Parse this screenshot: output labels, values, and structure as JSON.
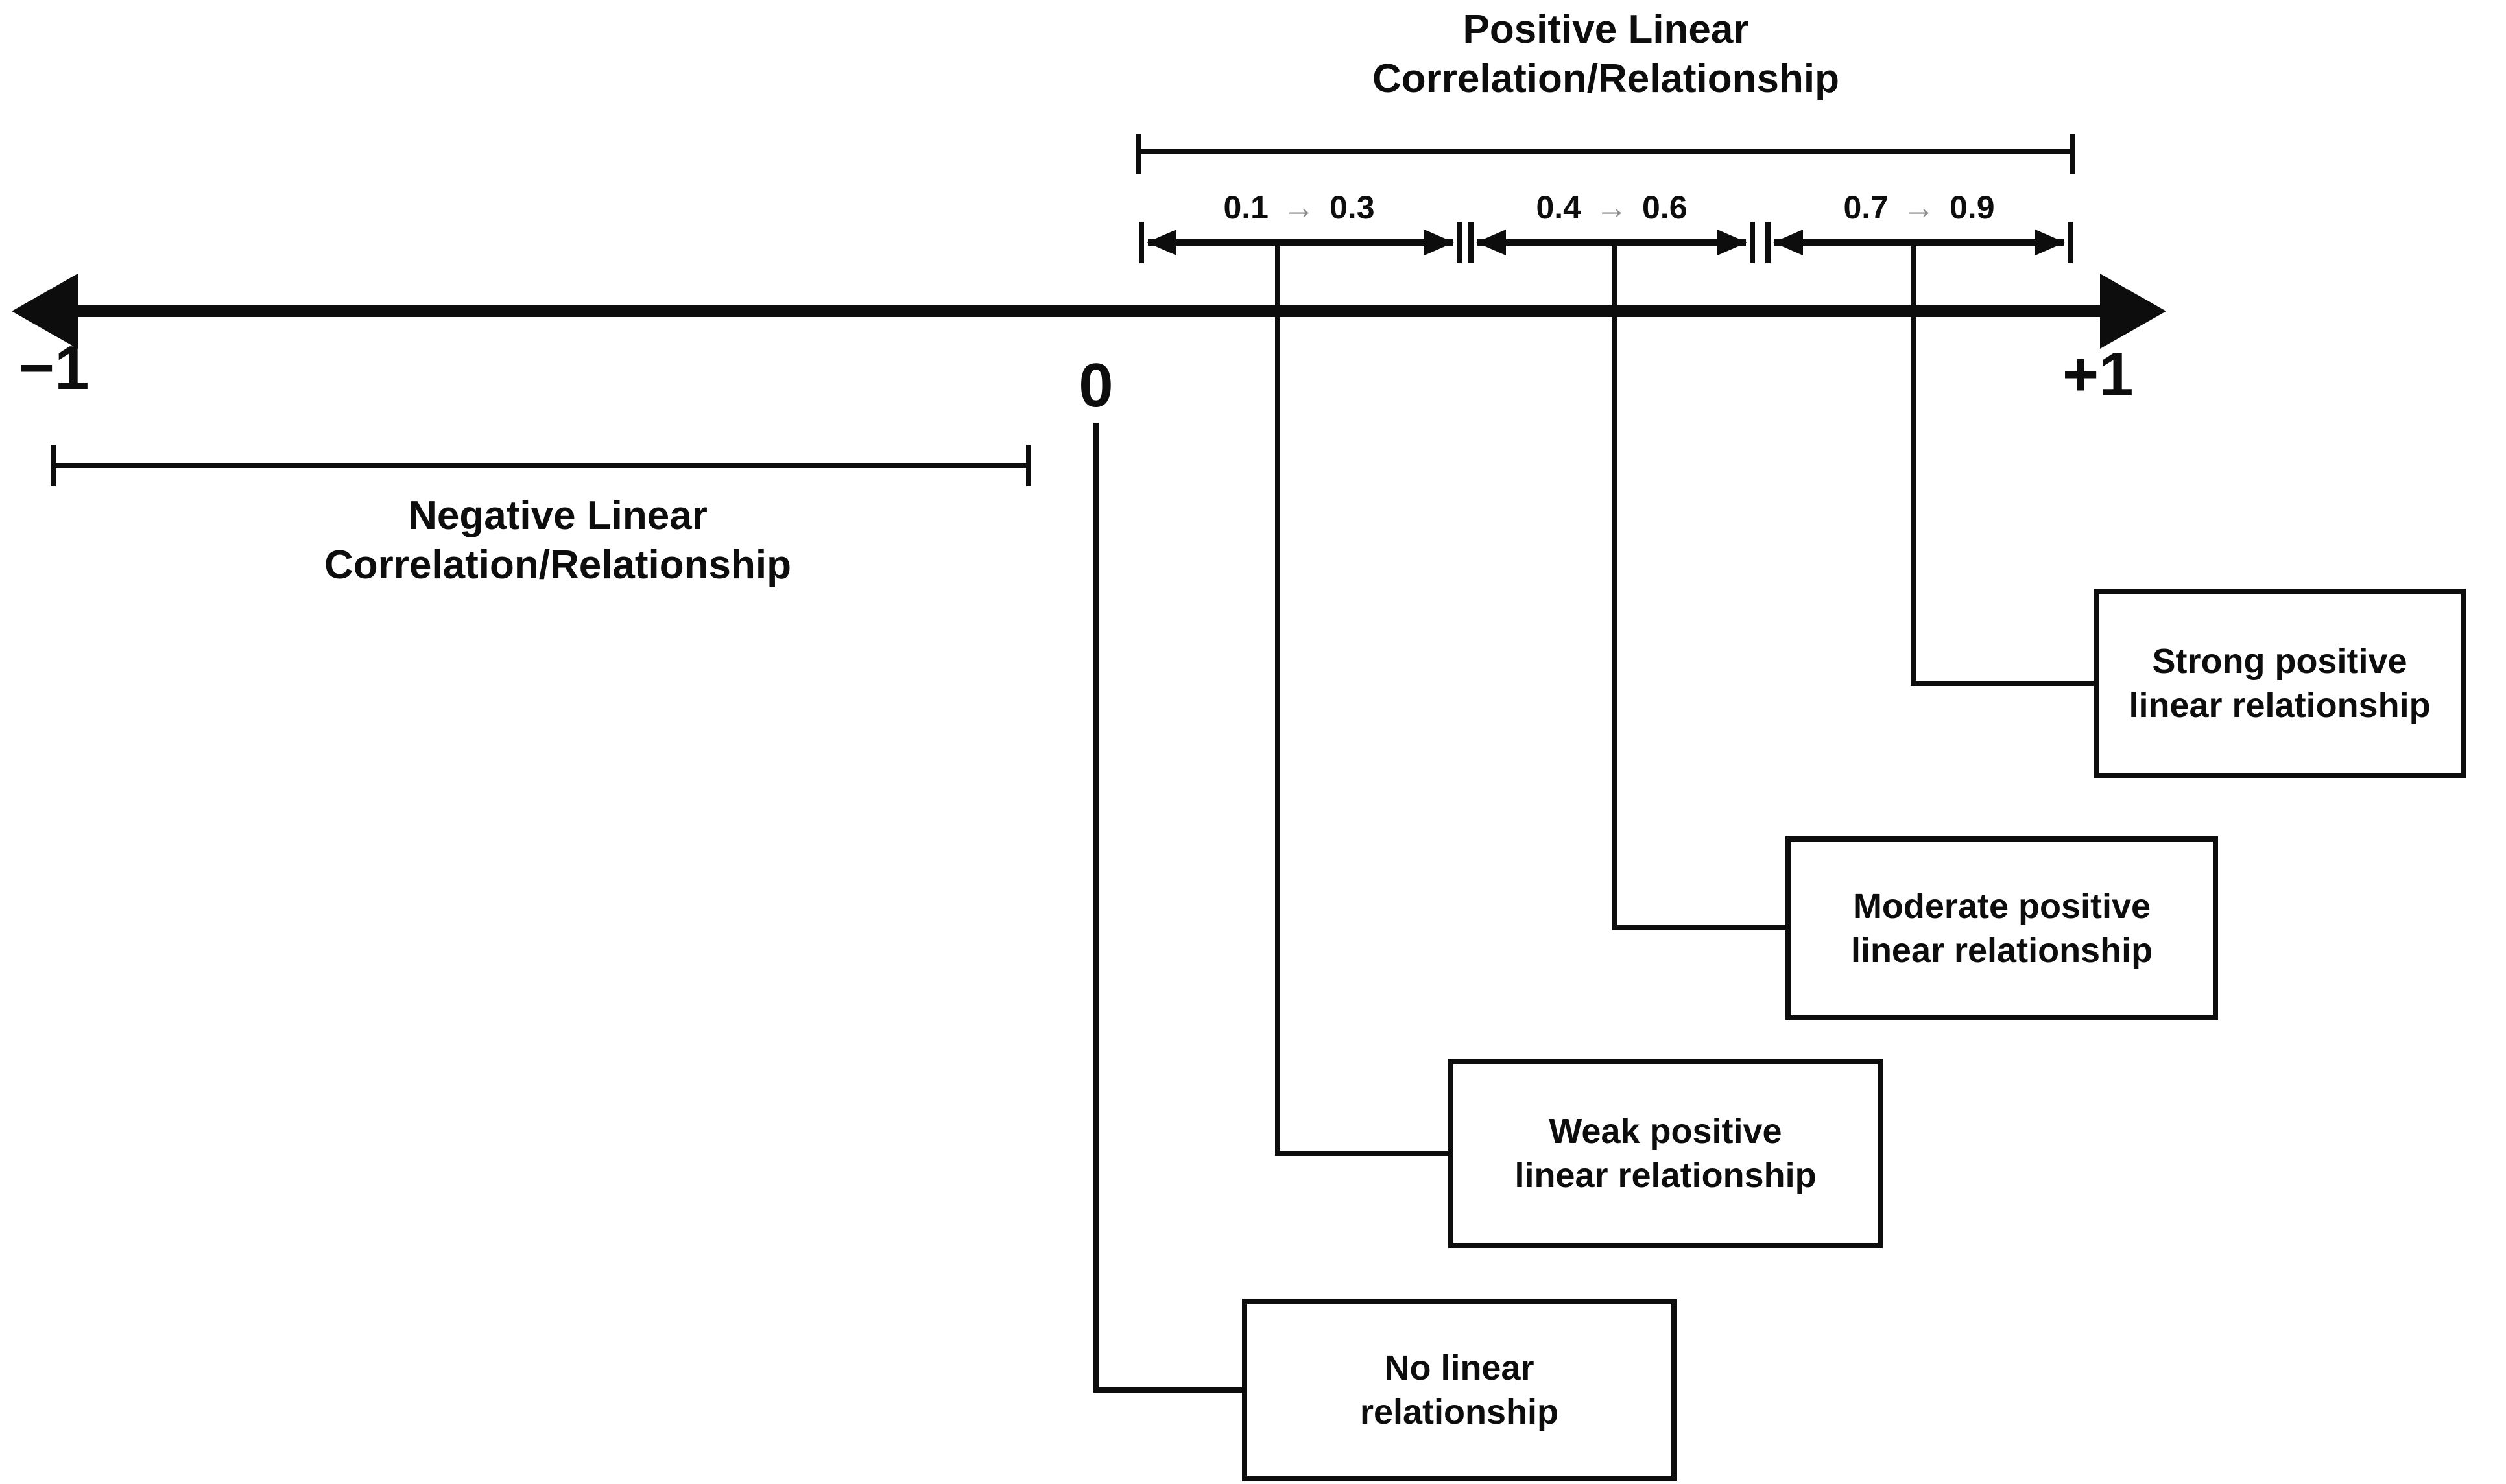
{
  "diagram": {
    "axis": {
      "min_label": "−1",
      "zero_label": "0",
      "max_label": "+1"
    },
    "positive_section": {
      "title_line1": "Positive Linear",
      "title_line2": "Correlation/Relationship",
      "arrow_glyph": "→",
      "ranges": [
        {
          "from": "0.1",
          "to": "0.3",
          "meaning": "Weak positive linear relationship"
        },
        {
          "from": "0.4",
          "to": "0.6",
          "meaning": "Moderate positive linear relationship"
        },
        {
          "from": "0.7",
          "to": "0.9",
          "meaning": "Strong positive linear relationship"
        }
      ]
    },
    "negative_section": {
      "title_line1": "Negative Linear",
      "title_line2": "Correlation/Relationship"
    },
    "boxes": {
      "strong": {
        "line1": "Strong positive",
        "line2": "linear relationship"
      },
      "moderate": {
        "line1": "Moderate positive",
        "line2": "linear relationship"
      },
      "weak": {
        "line1": "Weak positive",
        "line2": "linear relationship"
      },
      "none": {
        "line1": "No linear",
        "line2": "relationship"
      }
    },
    "colors": {
      "ink": "#0d0d0d",
      "range_arrow_gray": "#8a8a8a",
      "background": "#ffffff"
    }
  }
}
